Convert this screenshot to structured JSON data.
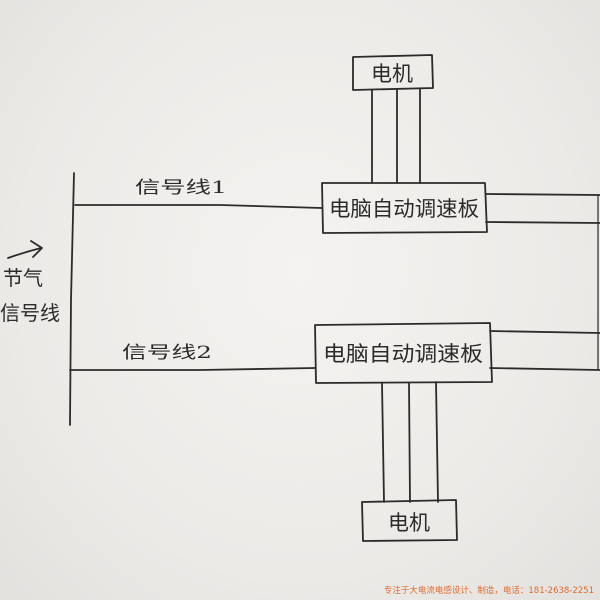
{
  "motor_top": {
    "label": "电机"
  },
  "board_top": {
    "label": "电脑自动调速板"
  },
  "motor_bottom": {
    "label": "电机"
  },
  "board_bottom": {
    "label": "电脑自动调速板"
  },
  "signal_line_1": {
    "label": "信号线1"
  },
  "signal_line_2": {
    "label": "信号线2"
  },
  "left_label": {
    "line1": "节气",
    "line2": "信号线"
  },
  "watermark": {
    "text": "专注于大电流电感设计、制造，电话：181-2638-2251"
  },
  "colors": {
    "ink": "#2b2b2b",
    "paper": "#ecebe9",
    "watermark": "#e06a2a"
  }
}
